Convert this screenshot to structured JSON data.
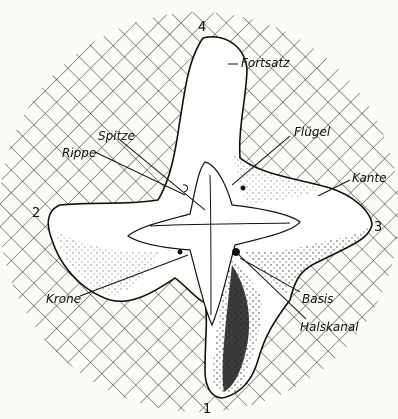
{
  "figure": {
    "labels": {
      "fortsatz": "Fortsatz",
      "spitze": "Spitze",
      "fluegel": "Flügel",
      "rippe": "Rippe",
      "kante": "Kante",
      "krone": "Krone",
      "basis": "Basis",
      "halskanal": "Halskanal"
    },
    "numbers": {
      "n1": "1",
      "n2": "2",
      "n3": "3",
      "n4": "4"
    }
  }
}
